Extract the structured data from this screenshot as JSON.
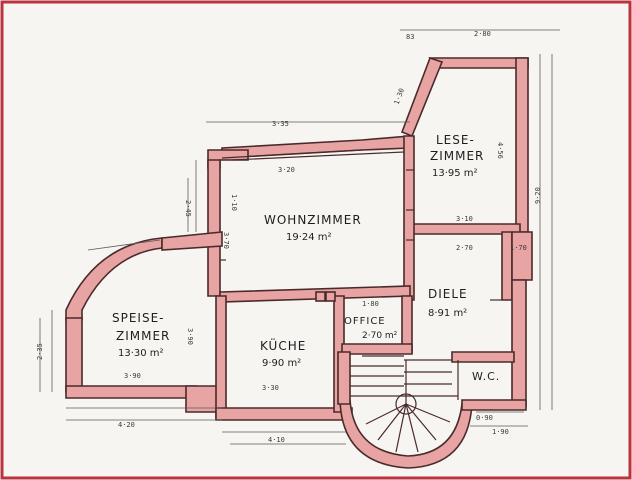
{
  "rooms": {
    "lesezimmer": {
      "line1": "LESE-",
      "line2": "ZIMMER",
      "area": "13·95 m²"
    },
    "wohnzimmer": {
      "name": "WOHNZIMMER",
      "area": "19·24 m²"
    },
    "diele": {
      "name": "DIELE",
      "area": "8·91 m²"
    },
    "speisezimmer": {
      "line1": "SPEISE-",
      "line2": "ZIMMER",
      "area": "13·30 m²"
    },
    "kueche": {
      "name": "KÜCHE",
      "area": "9·90 m²"
    },
    "office": {
      "name": "OFFICE",
      "area": "2·70 m²"
    },
    "wc": {
      "name": "W.C."
    }
  },
  "dimensions": {
    "top_short": "83",
    "top_lese_width": "2·80",
    "right_total": "9·20",
    "wohn_top_outer": "3·35",
    "wohn_inner": "3·20",
    "lese_height": "4·56",
    "lese_bottom": "3·10",
    "diele_width": "2·70",
    "office_width": "1·80",
    "speise_height": "3·90",
    "speise_width": "3·90",
    "speise_left": "2·35",
    "kueche_width": "3·30",
    "bottom_left": "4·20",
    "bottom_mid": "4·10",
    "bottom_right": "1·90",
    "wohn_side": "3·70",
    "small_a": "2·45",
    "small_b": "1·30",
    "small_c": "1·10",
    "small_d": "0·90",
    "small_e": "1·70"
  }
}
